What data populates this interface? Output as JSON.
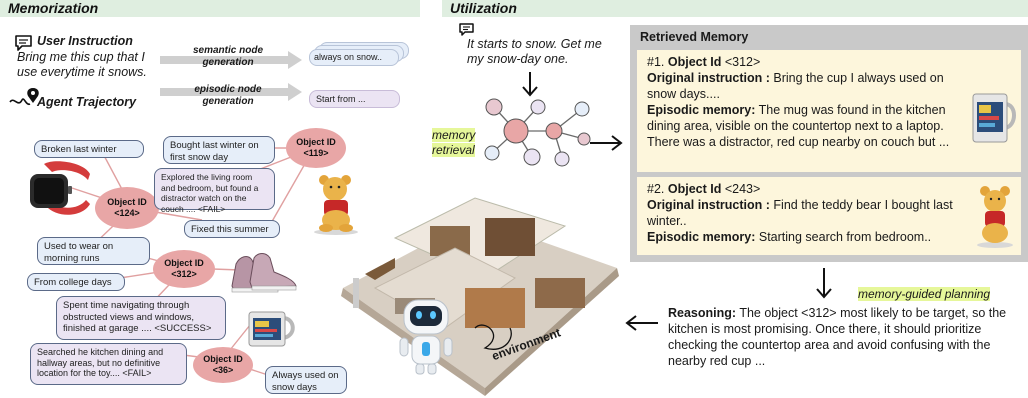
{
  "memorization": {
    "title": "Memorization",
    "user_instruction_label": "User Instruction",
    "user_instruction_text": "Bring me this cup that I use everytime it snows.",
    "agent_trajectory_label": "Agent Trajectory",
    "semantic_node_generation": "semantic node generation",
    "episodic_node_generation": "episodic node generation",
    "semantic_card": "always on snow..",
    "episodic_card": "Start from ...",
    "graph": {
      "obj124": {
        "id_label": "Object ID",
        "id_value": "<124>",
        "semantic_1": "Broken last winter",
        "semantic_2": "Used to wear on morning runs",
        "episodic": "Explored  the living room and bedroom, but found a distractor watch on the couch ....  <FAIL>"
      },
      "obj119": {
        "id_label": "Object ID",
        "id_value": "<119>",
        "semantic_1": "Bought last winter on first snow day",
        "semantic_2": "Fixed this summer"
      },
      "obj312": {
        "id_label": "Object ID",
        "id_value": "<312>",
        "semantic_1": "From college days",
        "episodic": "Spent time navigating through obstructed views and windows, finished at garage  ....  <SUCCESS>"
      },
      "obj36": {
        "id_label": "Object ID",
        "id_value": "<36>",
        "semantic_1": "Always used on snow days",
        "episodic": "Searched he kitchen dining and hallway areas, but no definitive location for the toy....  <FAIL>"
      }
    }
  },
  "utilization": {
    "title": "Utilization",
    "instruction": "It starts to snow. Get me my snow-day one.",
    "memory_retrieval": "memory retrieval",
    "environment_label": "environment",
    "memory_guided_planning": "memory-guided planning",
    "retrieved_memory": {
      "title": "Retrieved Memory",
      "items": [
        {
          "num": "#1.",
          "object_id_label": "Object Id",
          "object_id": "<312>",
          "orig_label": "Original instruction :",
          "orig_text": "Bring the cup I always used on snow days....",
          "epi_label": "Episodic memory:",
          "epi_text": "The mug was found in the kitchen dining area, visible on the countertop next to a laptop. There was a distractor, red cup nearby on couch but ..."
        },
        {
          "num": "#2.",
          "object_id_label": "Object Id",
          "object_id": "<243>",
          "orig_label": "Original instruction :",
          "orig_text": "Find the teddy bear I bought last winter..",
          "epi_label": "Episodic memory:",
          "epi_text": "Starting search from bedroom.."
        }
      ]
    },
    "reasoning_label": "Reasoning:",
    "reasoning_text": "The object <312> most likely to be target, so the kitchen is most promising.  Once there, it should prioritize checking the countertop area and avoid confusing with the nearby red cup ..."
  },
  "colors": {
    "header_bg": "#dfeee0",
    "oval": "#e8a6a6",
    "node_blue": "#e6eef9",
    "node_purple": "#ebe4f3",
    "card_bg": "#fdf6dc",
    "panel": "#c9c9c9",
    "highlight": "#e6f79a"
  }
}
